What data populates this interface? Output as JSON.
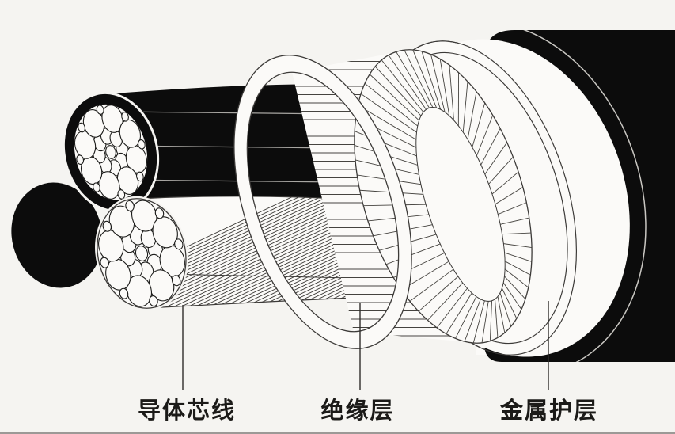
{
  "figure": {
    "description": "cable cutaway illustration",
    "colors": {
      "background": "#f5f4f1",
      "ink": "#0c0c0c",
      "thin_line": "#45433f",
      "outline": "#3c3a38",
      "core_gray_line": "#a8a6a2",
      "highlight_on_black": "#c9c7c2",
      "layer_white": "#fbfaf8",
      "label_text": "#1b1a18",
      "bottom_edge": "#7d7b77"
    },
    "labels": [
      {
        "id": "conductor-core",
        "text": "导体芯线"
      },
      {
        "id": "insulation-layer",
        "text": "绝缘层"
      },
      {
        "id": "metal-sheath",
        "text": "金属护层"
      }
    ]
  }
}
